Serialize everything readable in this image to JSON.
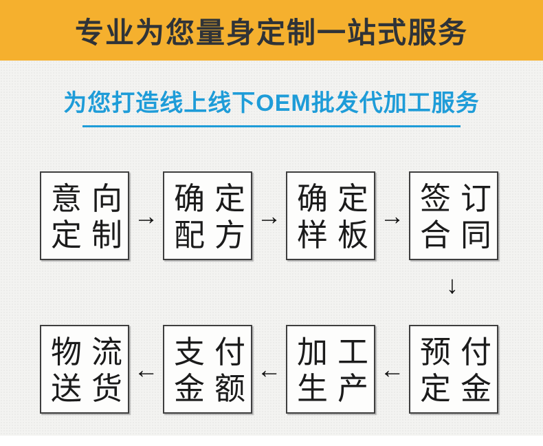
{
  "banner": {
    "title": "专业为您量身定制一站式服务",
    "bg_color": "#F5B02E",
    "text_color": "#2F3338"
  },
  "subheader": {
    "title": "为您打造线上线下OEM批发代加工服务",
    "color": "#1E9CD8"
  },
  "flow": {
    "arrow_right": "→",
    "arrow_left": "←",
    "arrow_down": "↓",
    "row1": [
      {
        "line1": "意向",
        "line2": "定制"
      },
      {
        "line1": "确定",
        "line2": "配方"
      },
      {
        "line1": "确定",
        "line2": "样板"
      },
      {
        "line1": "签订",
        "line2": "合同"
      }
    ],
    "row2": [
      {
        "line1": "物流",
        "line2": "送货"
      },
      {
        "line1": "支付",
        "line2": "金额"
      },
      {
        "line1": "加工",
        "line2": "生产"
      },
      {
        "line1": "预付",
        "line2": "定金"
      }
    ]
  }
}
